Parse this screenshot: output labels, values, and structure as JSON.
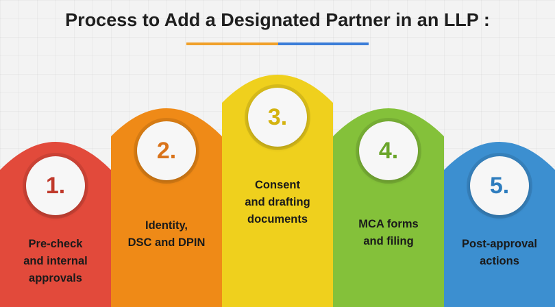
{
  "title": "Process to Add a Designated Partner in an LLP :",
  "colors": {
    "underline_left": "#f0a02a",
    "underline_right": "#3b7dd8"
  },
  "steps": [
    {
      "number": "1.",
      "lines": [
        "Pre-check",
        "and internal",
        "approvals"
      ],
      "color": "#e24a3b",
      "number_color": "#c0392b"
    },
    {
      "number": "2.",
      "lines": [
        "Identity,",
        "DSC and DPIN"
      ],
      "color": "#ef8a17",
      "number_color": "#d9731a"
    },
    {
      "number": "3.",
      "lines": [
        "Consent",
        "and drafting",
        "documents"
      ],
      "color": "#efd01d",
      "number_color": "#d4b310"
    },
    {
      "number": "4.",
      "lines": [
        "MCA forms",
        "and filing"
      ],
      "color": "#84c13a",
      "number_color": "#6aa52a"
    },
    {
      "number": "5.",
      "lines": [
        "Post-approval",
        "actions"
      ],
      "color": "#3c8fd0",
      "number_color": "#2e7dbe"
    }
  ]
}
